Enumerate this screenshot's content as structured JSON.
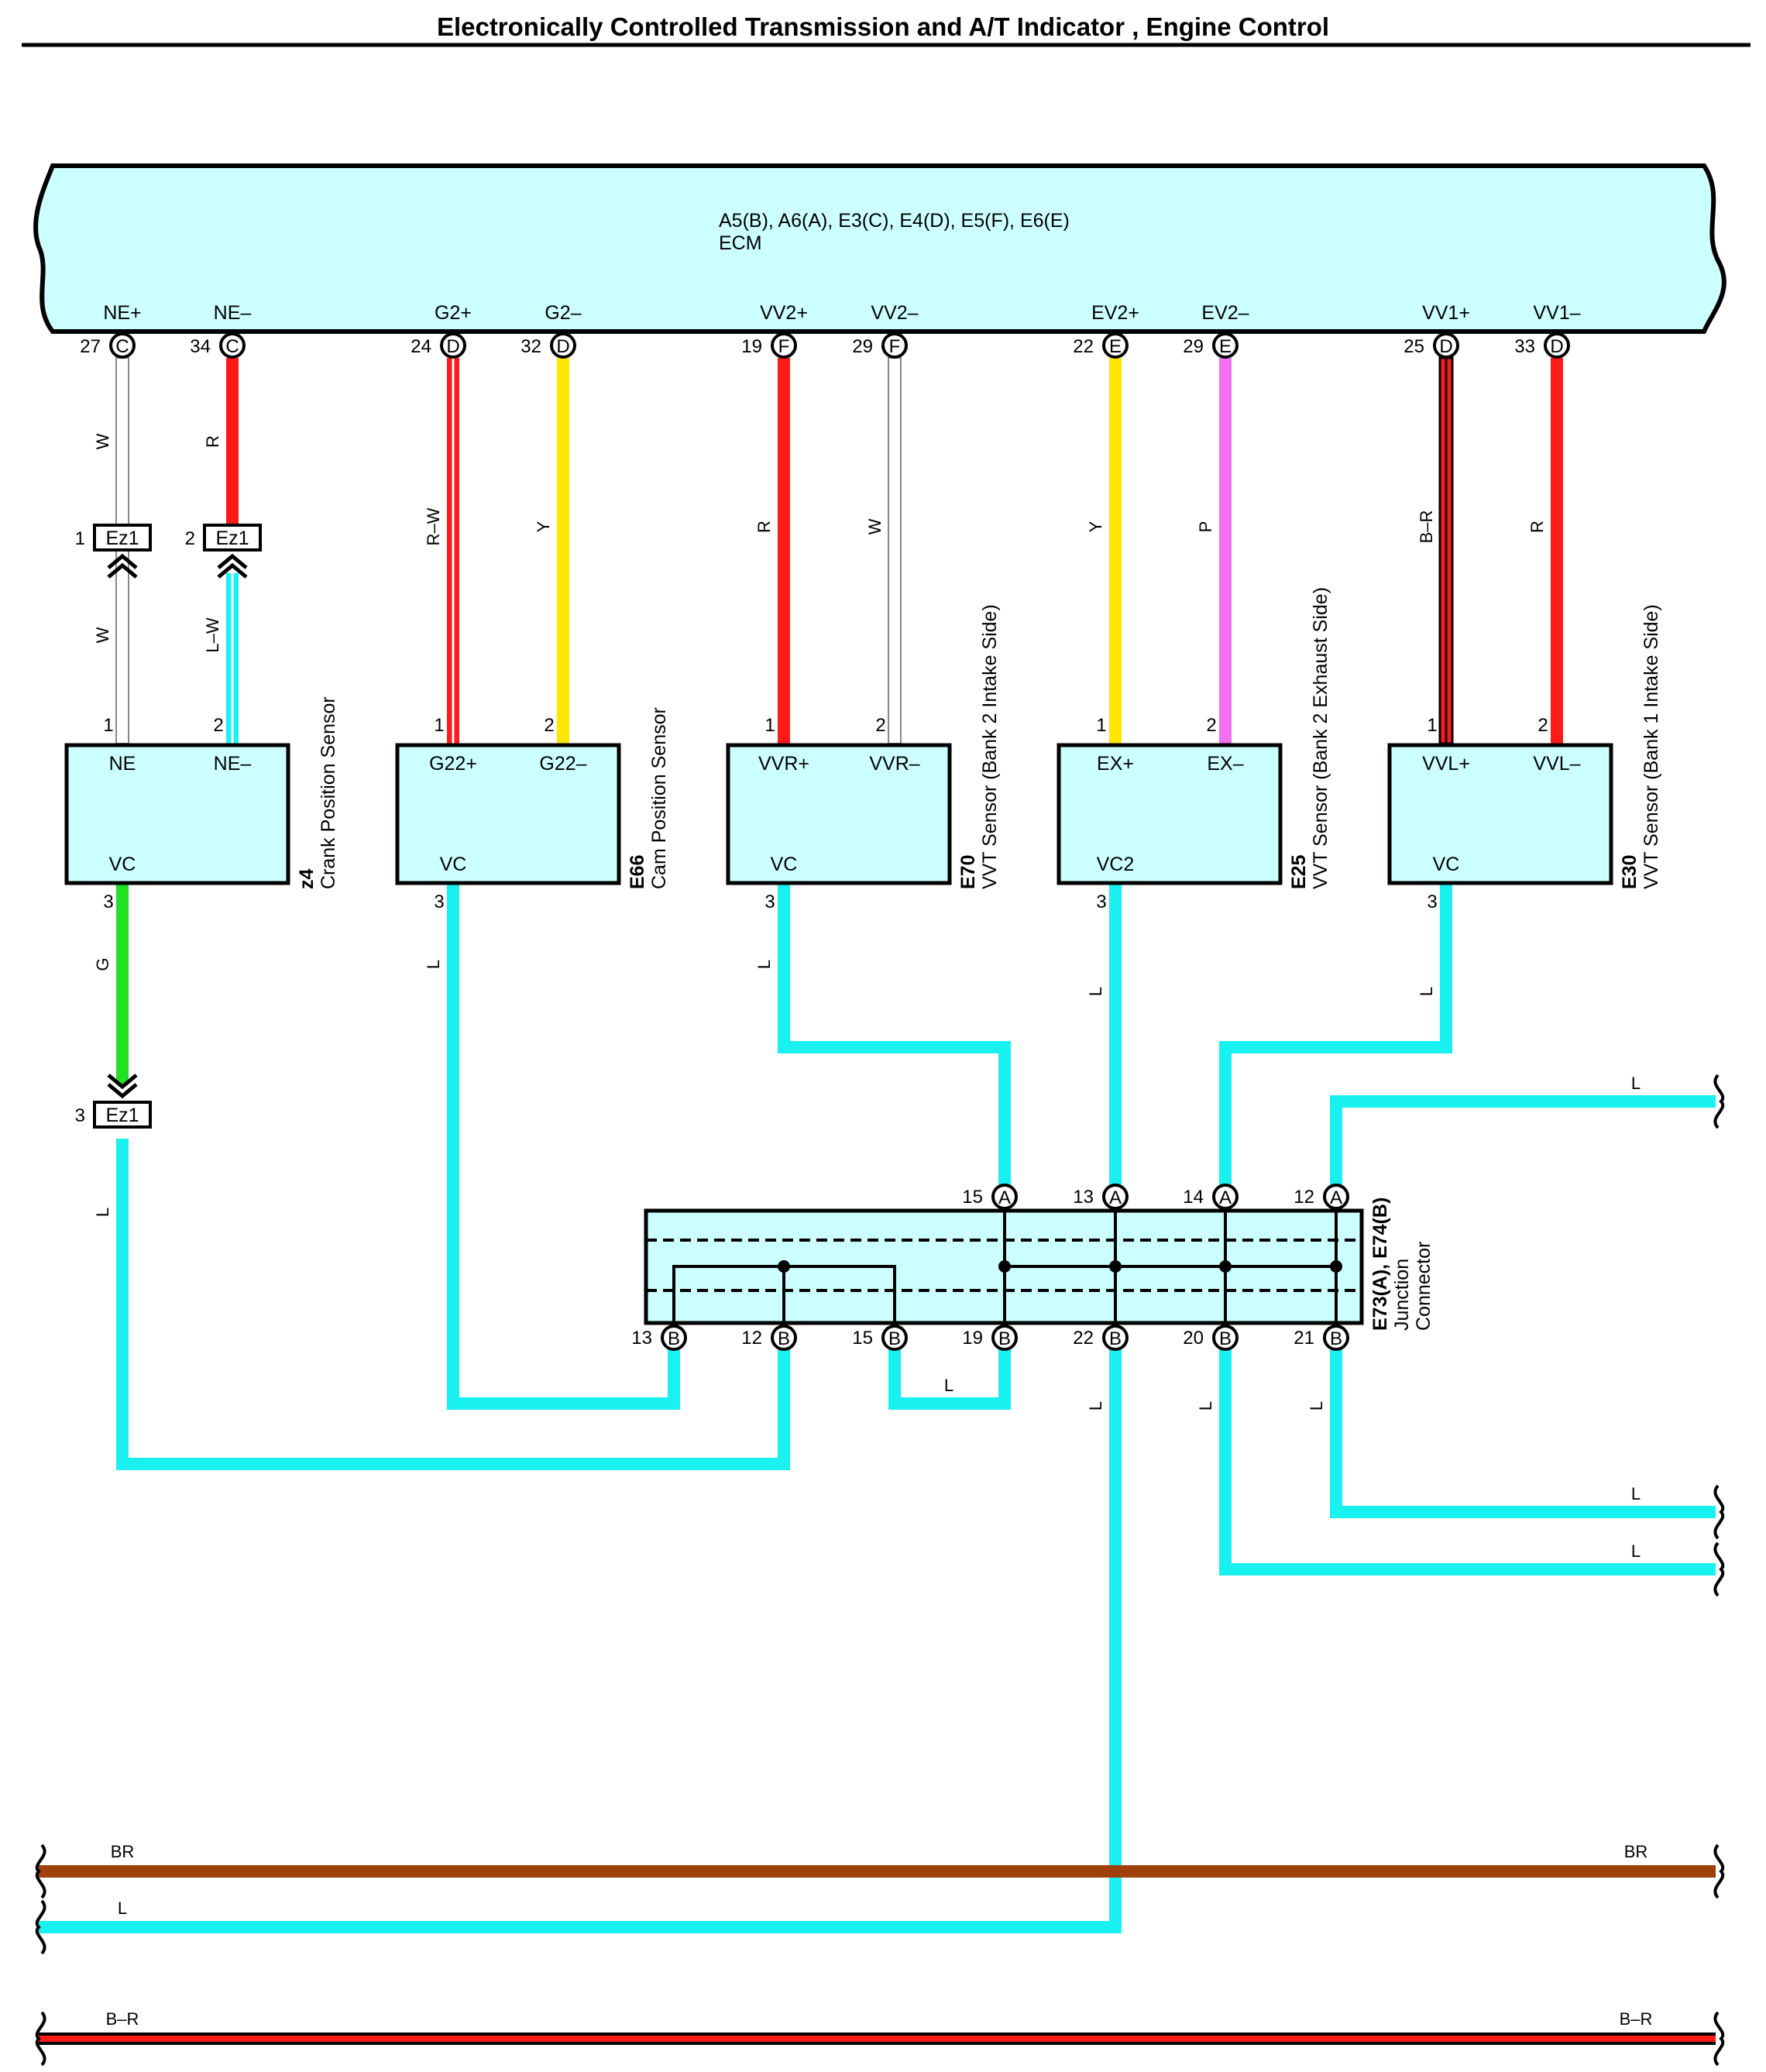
{
  "title": "Electronically Controlled Transmission and A/T Indicator , Engine Control",
  "ecm": {
    "connectors": "A5(B), A6(A), E3(C), E4(D), E5(F), E6(E)",
    "name": "ECM",
    "terminals": [
      {
        "label": "NE+",
        "pin": "27",
        "conn": "C"
      },
      {
        "label": "NE–",
        "pin": "34",
        "conn": "C"
      },
      {
        "label": "G2+",
        "pin": "24",
        "conn": "D"
      },
      {
        "label": "G2–",
        "pin": "32",
        "conn": "D"
      },
      {
        "label": "VV2+",
        "pin": "19",
        "conn": "F"
      },
      {
        "label": "VV2–",
        "pin": "29",
        "conn": "F"
      },
      {
        "label": "EV2+",
        "pin": "22",
        "conn": "E"
      },
      {
        "label": "EV2–",
        "pin": "29",
        "conn": "E"
      },
      {
        "label": "VV1+",
        "pin": "25",
        "conn": "D"
      },
      {
        "label": "VV1–",
        "pin": "33",
        "conn": "D"
      }
    ]
  },
  "wire_colors": {
    "R": "#ff1a1a",
    "W": "#ffffff",
    "Y": "#ffe600",
    "P": "#f070f0",
    "L": "#19f0f0",
    "G": "#22e022",
    "BR": "#a0400a",
    "B": "#000000"
  },
  "upper_wire_codes": [
    "W",
    "R",
    "R–W",
    "Y",
    "R",
    "W",
    "Y",
    "P",
    "B–R",
    "R"
  ],
  "splice": {
    "name": "Ez1",
    "pins": [
      "1",
      "2",
      "3"
    ],
    "lower_wire_codes": [
      "W",
      "L–W"
    ]
  },
  "sensors": [
    {
      "code": "z4",
      "name": "Crank Position Sensor",
      "pin1": "NE",
      "pin2": "NE–",
      "pin3": "VC",
      "out_wire": "G"
    },
    {
      "code": "E66",
      "name": "Cam Position Sensor",
      "pin1": "G22+",
      "pin2": "G22–",
      "pin3": "VC",
      "out_wire": "L"
    },
    {
      "code": "E70",
      "name": "VVT Sensor (Bank 2 Intake Side)",
      "pin1": "VVR+",
      "pin2": "VVR–",
      "pin3": "VC",
      "out_wire": "L"
    },
    {
      "code": "E25",
      "name": "VVT Sensor (Bank 2 Exhaust Side)",
      "pin1": "EX+",
      "pin2": "EX–",
      "pin3": "VC2",
      "out_wire": "L"
    },
    {
      "code": "E30",
      "name": "VVT Sensor (Bank 1 Intake Side)",
      "pin1": "VVL+",
      "pin2": "VVL–",
      "pin3": "VC",
      "out_wire": "L"
    }
  ],
  "sensor_pin_numbers": [
    "1",
    "2",
    "3"
  ],
  "junction": {
    "code": "E73(A), E74(B)",
    "name1": "Junction",
    "name2": "Connector",
    "top": [
      {
        "pin": "15",
        "conn": "A"
      },
      {
        "pin": "13",
        "conn": "A"
      },
      {
        "pin": "14",
        "conn": "A"
      },
      {
        "pin": "12",
        "conn": "A"
      }
    ],
    "bottom": [
      {
        "pin": "13",
        "conn": "B"
      },
      {
        "pin": "12",
        "conn": "B"
      },
      {
        "pin": "15",
        "conn": "B"
      },
      {
        "pin": "19",
        "conn": "B"
      },
      {
        "pin": "22",
        "conn": "B"
      },
      {
        "pin": "20",
        "conn": "B"
      },
      {
        "pin": "21",
        "conn": "B"
      }
    ]
  },
  "wire_labels": {
    "l": "L",
    "br_left": "BR",
    "br_right": "BR",
    "br_left2": "B–R",
    "br_right2": "B–R"
  }
}
